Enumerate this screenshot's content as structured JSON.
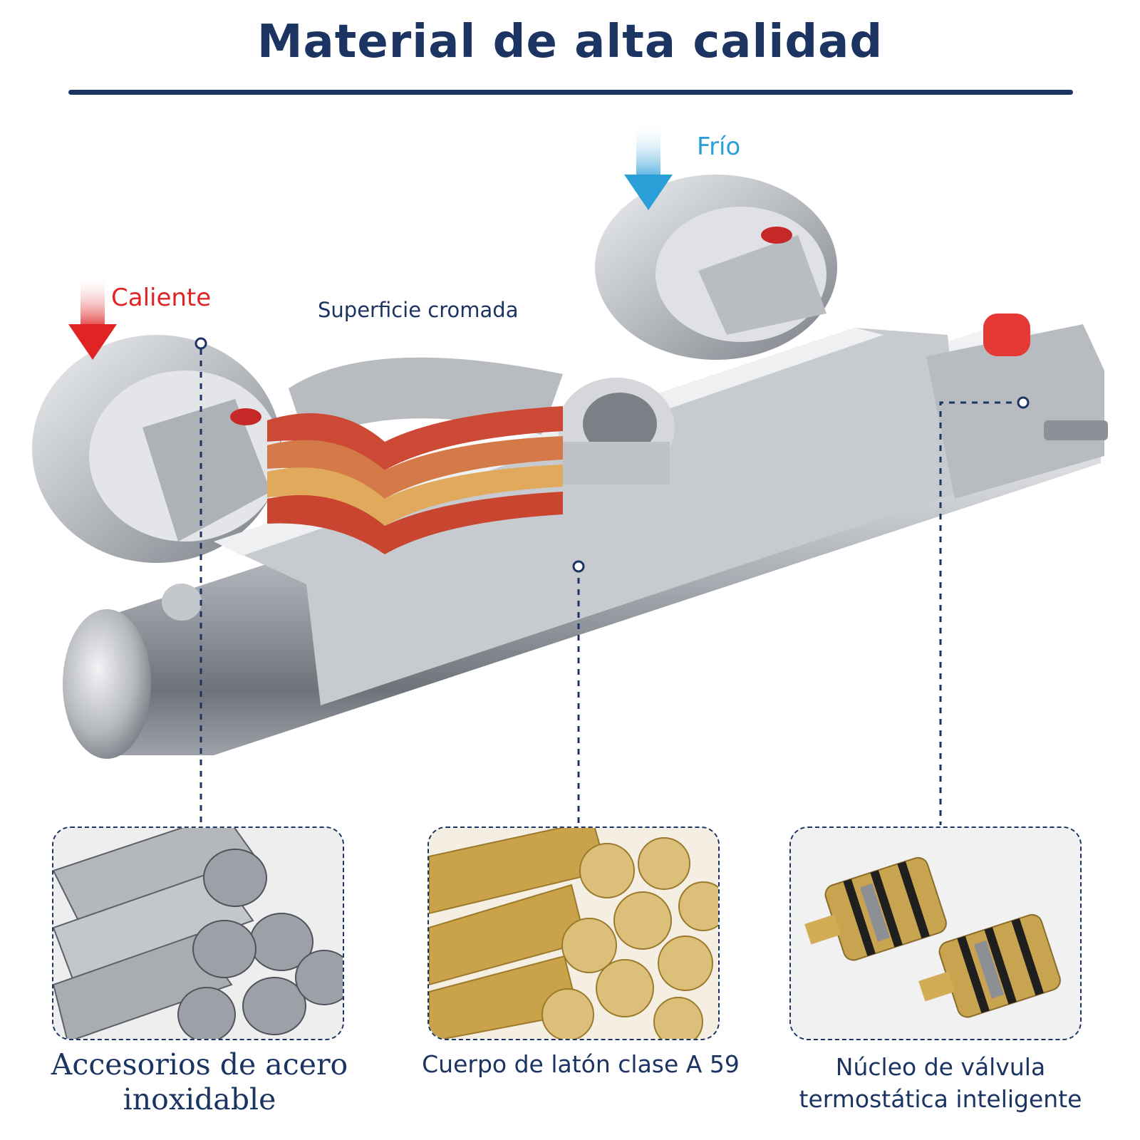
{
  "title": "Material de alta calidad",
  "labels": {
    "hot": "Caliente",
    "cold": "Frío",
    "surface": "Superficie cromada"
  },
  "features": [
    {
      "icon": "steel-rods-image",
      "caption_line1": "Accesorios de acero",
      "caption_line2": "inoxidable"
    },
    {
      "icon": "brass-rods-image",
      "caption_line1": "Cuerpo de latón clase A 59"
    },
    {
      "icon": "valve-cartridge-image",
      "caption_line1": "Núcleo de válvula",
      "caption_line2": "termostática inteligente"
    }
  ],
  "colors": {
    "navy": "#1c3461",
    "hot": "#e02424",
    "cold": "#2a9fd8",
    "chrome": "#c9ccd1",
    "brass": "#d7b45a",
    "steel": "#9a9da2"
  }
}
